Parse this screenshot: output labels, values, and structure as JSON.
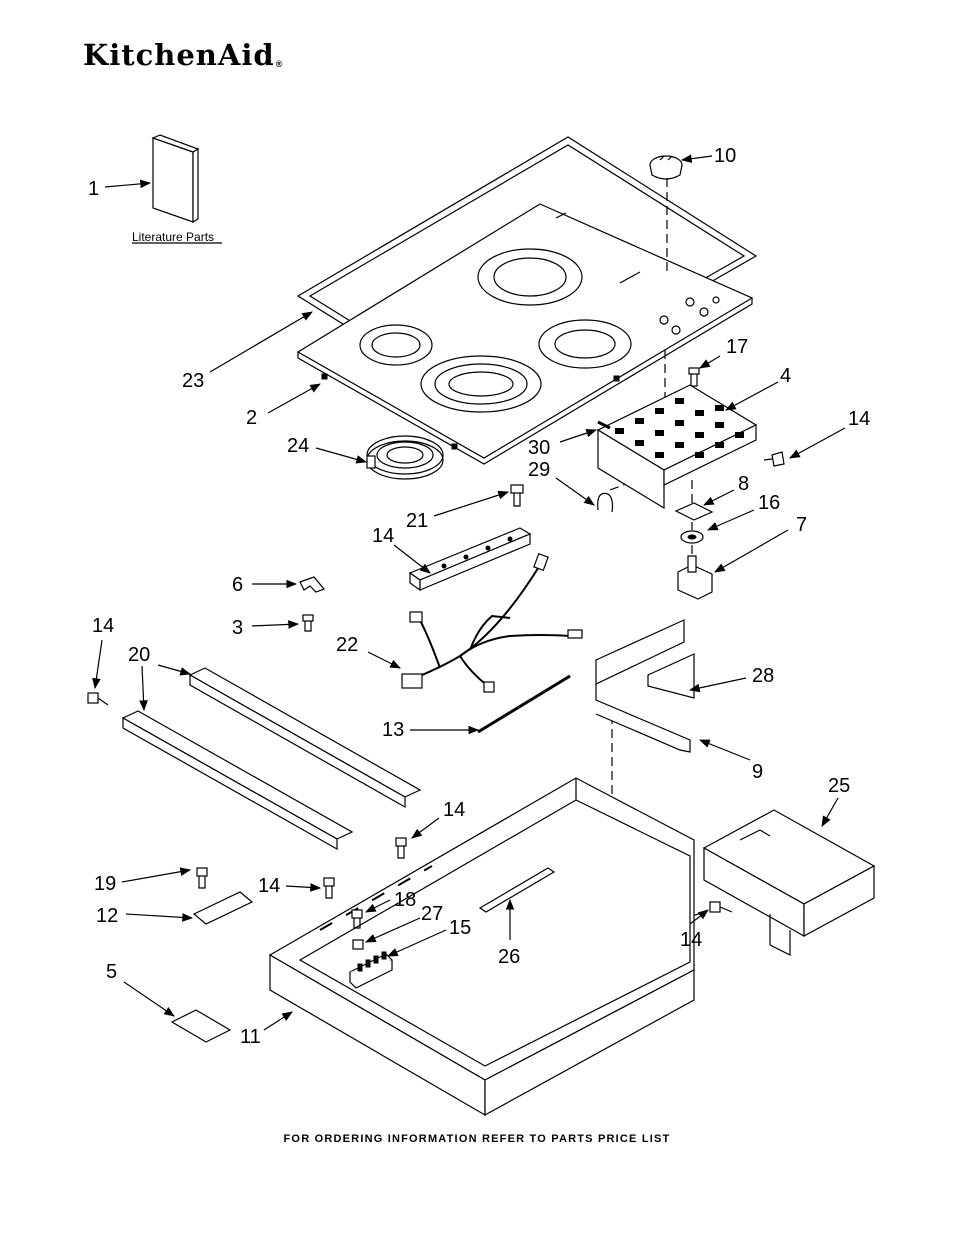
{
  "brand": {
    "logo_text": "KitchenAid",
    "registered_mark": "®"
  },
  "literature_caption": "Literature Parts",
  "footer_text": "FOR ORDERING INFORMATION REFER TO PARTS PRICE LIST",
  "callouts": [
    "1",
    "23",
    "2",
    "24",
    "30",
    "29",
    "10",
    "17",
    "4",
    "14",
    "8",
    "16",
    "7",
    "21",
    "14",
    "6",
    "3",
    "22",
    "14",
    "20",
    "28",
    "13",
    "9",
    "25",
    "14",
    "19",
    "14",
    "18",
    "27",
    "15",
    "12",
    "26",
    "14",
    "5",
    "11"
  ]
}
